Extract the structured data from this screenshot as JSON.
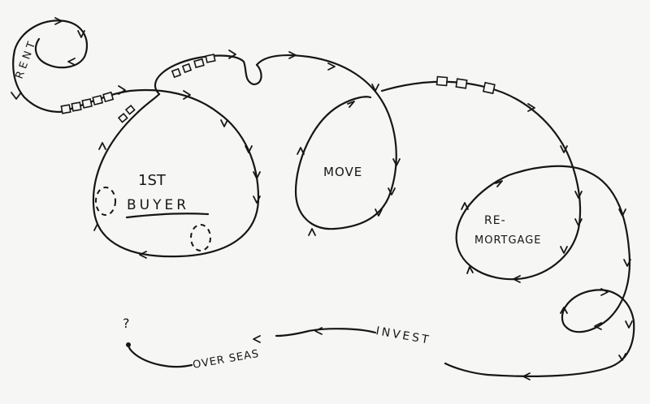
{
  "labels": {
    "rent": "R E N T",
    "first_buyer_1": "1ST",
    "first_buyer_2": "BUYER",
    "move": "MOVE",
    "remortgage_1": "RE-",
    "remortgage_2": "MORTGAGE",
    "question": "?",
    "overseas": "OVER SEAS",
    "invest": "INVEST"
  }
}
